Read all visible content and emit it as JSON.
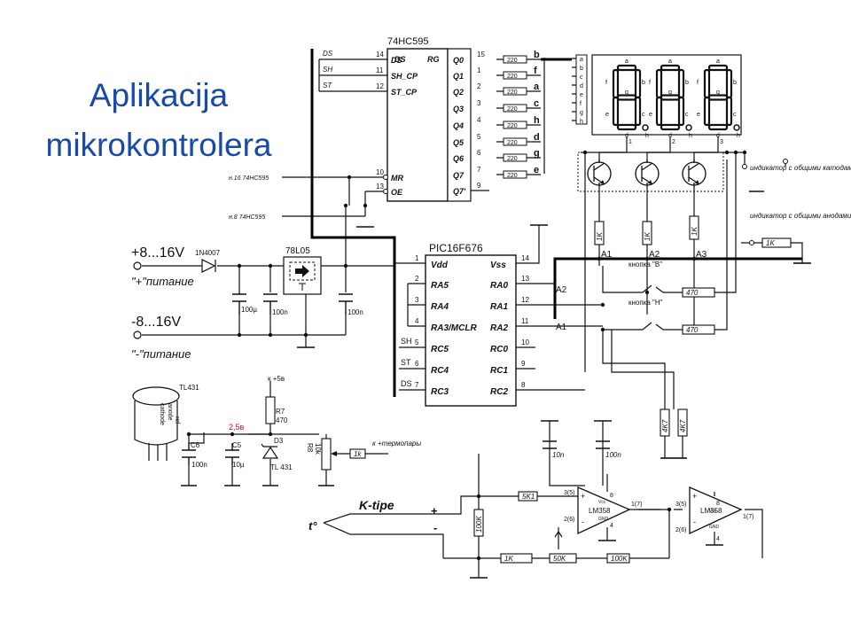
{
  "slide": {
    "title_line1": "Aplikacija",
    "title_line2": "mikrokontrolera"
  },
  "chips": {
    "shift_register": {
      "name": "74HC595",
      "header_left": "DS",
      "header_right": "RG",
      "left_pins": [
        {
          "num": "14",
          "label": "DS"
        },
        {
          "num": "11",
          "label": "SH_CP"
        },
        {
          "num": "12",
          "label": "ST_CP"
        },
        {
          "num": "10",
          "label": "MR"
        },
        {
          "num": "13",
          "label": "OE"
        }
      ],
      "outputs": [
        {
          "num": "15",
          "label": "Q0",
          "seg": "b"
        },
        {
          "num": "1",
          "label": "Q1",
          "seg": "f"
        },
        {
          "num": "2",
          "label": "Q2",
          "seg": "a"
        },
        {
          "num": "3",
          "label": "Q3",
          "seg": "c"
        },
        {
          "num": "4",
          "label": "Q4",
          "seg": "h"
        },
        {
          "num": "5",
          "label": "Q5",
          "seg": "d"
        },
        {
          "num": "6",
          "label": "Q6",
          "seg": "g"
        },
        {
          "num": "7",
          "label": "Q7",
          "seg": "e"
        }
      ],
      "q7s": {
        "num": "9",
        "label": "Q7'"
      },
      "resistor": "220"
    },
    "mcu": {
      "name": "PIC16F676",
      "left_pins": [
        {
          "num": "1",
          "label": "Vdd",
          "net": ""
        },
        {
          "num": "2",
          "label": "RA5",
          "net": ""
        },
        {
          "num": "3",
          "label": "RA4",
          "net": ""
        },
        {
          "num": "4",
          "label": "RA3/MCLR",
          "net": ""
        },
        {
          "num": "5",
          "label": "RC5",
          "net": "SH"
        },
        {
          "num": "6",
          "label": "RC4",
          "net": "ST"
        },
        {
          "num": "7",
          "label": "RC3",
          "net": "DS"
        }
      ],
      "right_pins": [
        {
          "num": "14",
          "label": "Vss",
          "net": ""
        },
        {
          "num": "13",
          "label": "RA0",
          "net": "A1"
        },
        {
          "num": "12",
          "label": "RA1",
          "net": "A2"
        },
        {
          "num": "11",
          "label": "RA2",
          "net": "A3"
        },
        {
          "num": "10",
          "label": "RC0",
          "net": ""
        },
        {
          "num": "9",
          "label": "RC1",
          "net": ""
        },
        {
          "num": "8",
          "label": "RC2",
          "net": ""
        }
      ]
    },
    "regulator": {
      "name": "78L05"
    },
    "opamp": {
      "name": "LM358",
      "pins_in": [
        "3(5)",
        "2(6)"
      ],
      "pins_out": "1(7)",
      "pin_vcc": "8",
      "pin_gnd": "4",
      "vcc_label": "Vcc",
      "gnd_label": "GND"
    }
  },
  "labels": {
    "ds": "DS",
    "sh": "SH",
    "st": "ST",
    "mr_net": "н.16 74HC595",
    "oe_net": "н.8 74HC595",
    "supply_pos": "+8...16V",
    "supply_pos_note": "\"+\"питание",
    "supply_neg": "-8...16V",
    "supply_neg_note": "\"-\"питание",
    "diode": "1N4007",
    "c_100u": "100µ",
    "c_100n_a": "100n",
    "c_100n_b": "100n",
    "cathode_note": "индикатор с общими катодами",
    "anode_note": "индикатор с общими анодами",
    "r_1k_base": "1K",
    "r_1k_series": "1K",
    "a1": "A1",
    "a2": "A2",
    "a3": "A3",
    "btn_b": "кнопка \"В\"",
    "btn_h": "кнопка \"Н\"",
    "r_470": "470",
    "r_4k7": "4K7",
    "tl431": "TL431",
    "pin_ref": "ref",
    "pin_anode": "anode",
    "pin_cathode": "cathode",
    "c6": "C6",
    "c6_val": "100n",
    "c5": "C5",
    "c5_val": "10µ",
    "v_ref": "2,5в",
    "plus5": "к +5в",
    "r7": "R7",
    "r7_val": "470",
    "d3": "D3",
    "d3_part": "TL 431",
    "r8": "R8",
    "r8_val": "10k",
    "r_1k_tp": "1k",
    "to_thermo": "к +термопары",
    "c_10n": "10n",
    "c_100n_op": "100n",
    "r_5k1": "5K1",
    "r_100k_v": "100K",
    "r_1k_fb": "1K",
    "r_50k": "50K",
    "r_100k_fb": "100K",
    "thermocouple": "K-tipe",
    "temp": "t°",
    "tc_plus": "+",
    "tc_minus": "-"
  },
  "display": {
    "segments": [
      "a",
      "b",
      "c",
      "d",
      "e",
      "f",
      "g",
      "h"
    ],
    "digit_pins": [
      "1",
      "2",
      "3"
    ]
  }
}
